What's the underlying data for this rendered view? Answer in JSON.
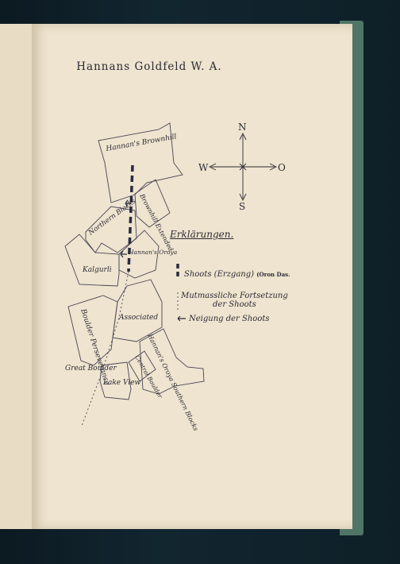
{
  "title": "Hannans Goldfeld W. A.",
  "compass": {
    "north": "N",
    "west": "W",
    "east": "O",
    "south": "S"
  },
  "claims": {
    "brownhill": "Hannan's Brownhill",
    "brownhill_ext": "Brownhill Extended",
    "northern_blocks": "Northern Blocks",
    "oroya": "Hannan's Oroya",
    "kalgurli": "Kalgurli",
    "boulder_perseverance": "Boulder Perseverance",
    "associated": "Associated",
    "oroya_southern": "Hannan's Oroya Southern Blocks",
    "central_boulder": "Central Boulder",
    "great_boulder": "Great Boulder",
    "lake_view": "Lake View"
  },
  "legend": {
    "title": "Erklärungen.",
    "shoots": "Shoots (Erzgang)",
    "shoots_note": "(Oron Das.",
    "continuation_line1": "Mutmassliche Fortsetzung",
    "continuation_line2": "der Shoots",
    "dip": "Neigung der Shoots"
  },
  "colors": {
    "paper": "#eee4cf",
    "ink": "#2e2b36",
    "shoot": "#2a2940"
  }
}
